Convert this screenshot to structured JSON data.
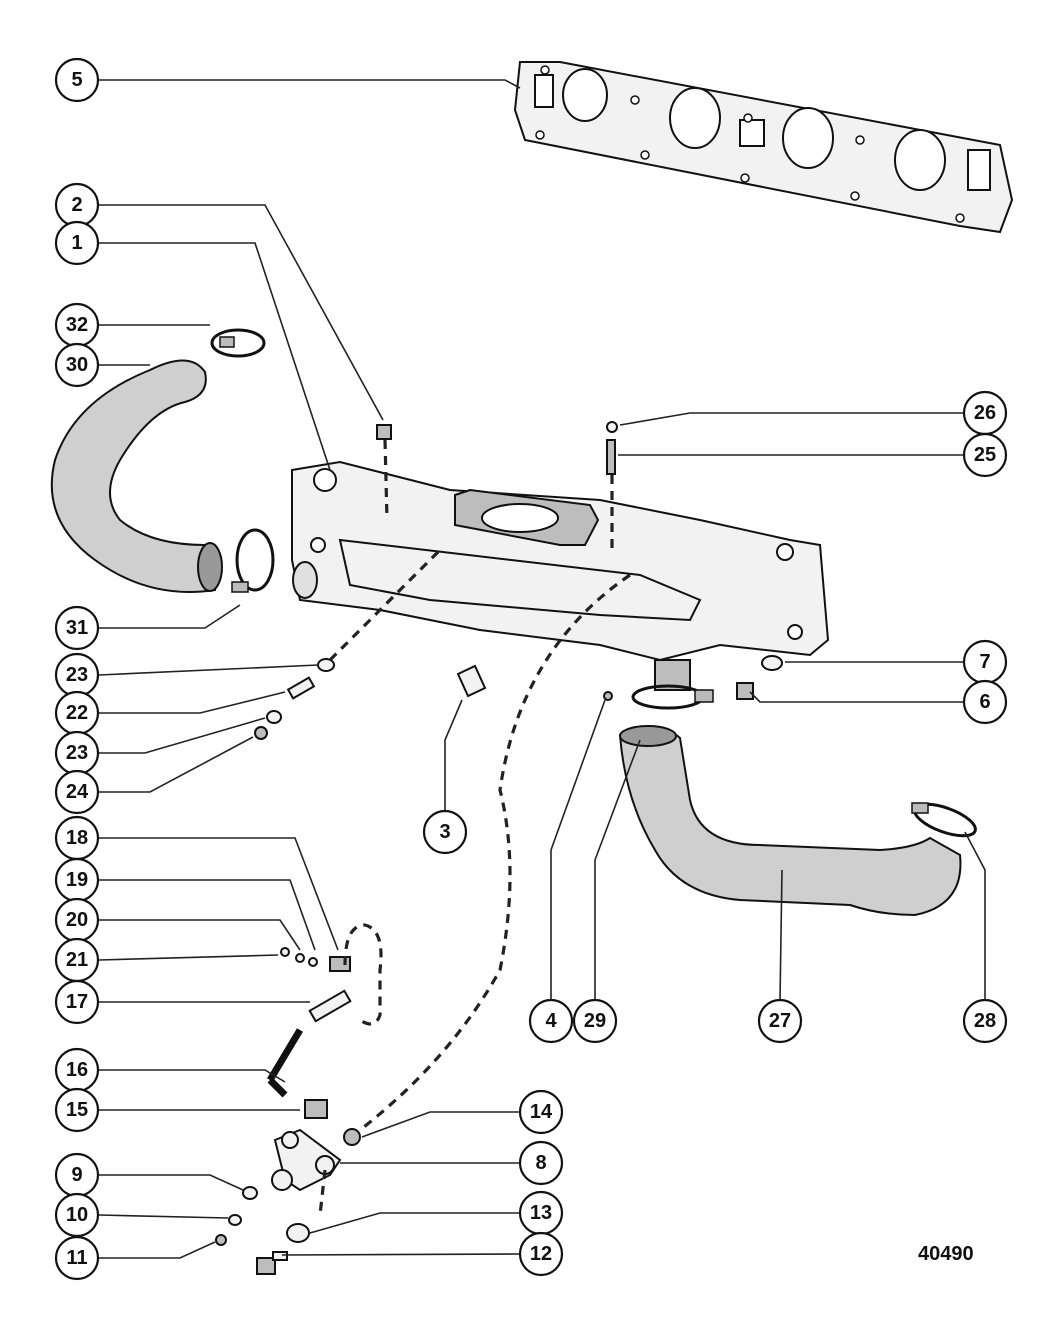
{
  "figure_number": "40490",
  "callouts": [
    {
      "id": "c5",
      "label": "5"
    },
    {
      "id": "c2",
      "label": "2"
    },
    {
      "id": "c1",
      "label": "1"
    },
    {
      "id": "c32",
      "label": "32"
    },
    {
      "id": "c30",
      "label": "30"
    },
    {
      "id": "c31",
      "label": "31"
    },
    {
      "id": "c23a",
      "label": "23"
    },
    {
      "id": "c22",
      "label": "22"
    },
    {
      "id": "c23b",
      "label": "23"
    },
    {
      "id": "c24",
      "label": "24"
    },
    {
      "id": "c18",
      "label": "18"
    },
    {
      "id": "c19",
      "label": "19"
    },
    {
      "id": "c20",
      "label": "20"
    },
    {
      "id": "c21",
      "label": "21"
    },
    {
      "id": "c17",
      "label": "17"
    },
    {
      "id": "c16",
      "label": "16"
    },
    {
      "id": "c15",
      "label": "15"
    },
    {
      "id": "c9",
      "label": "9"
    },
    {
      "id": "c10",
      "label": "10"
    },
    {
      "id": "c11",
      "label": "11"
    },
    {
      "id": "c3",
      "label": "3"
    },
    {
      "id": "c26",
      "label": "26"
    },
    {
      "id": "c25",
      "label": "25"
    },
    {
      "id": "c7",
      "label": "7"
    },
    {
      "id": "c6",
      "label": "6"
    },
    {
      "id": "c4",
      "label": "4"
    },
    {
      "id": "c29",
      "label": "29"
    },
    {
      "id": "c27",
      "label": "27"
    },
    {
      "id": "c28",
      "label": "28"
    },
    {
      "id": "c14",
      "label": "14"
    },
    {
      "id": "c8",
      "label": "8"
    },
    {
      "id": "c13",
      "label": "13"
    },
    {
      "id": "c12",
      "label": "12"
    }
  ]
}
